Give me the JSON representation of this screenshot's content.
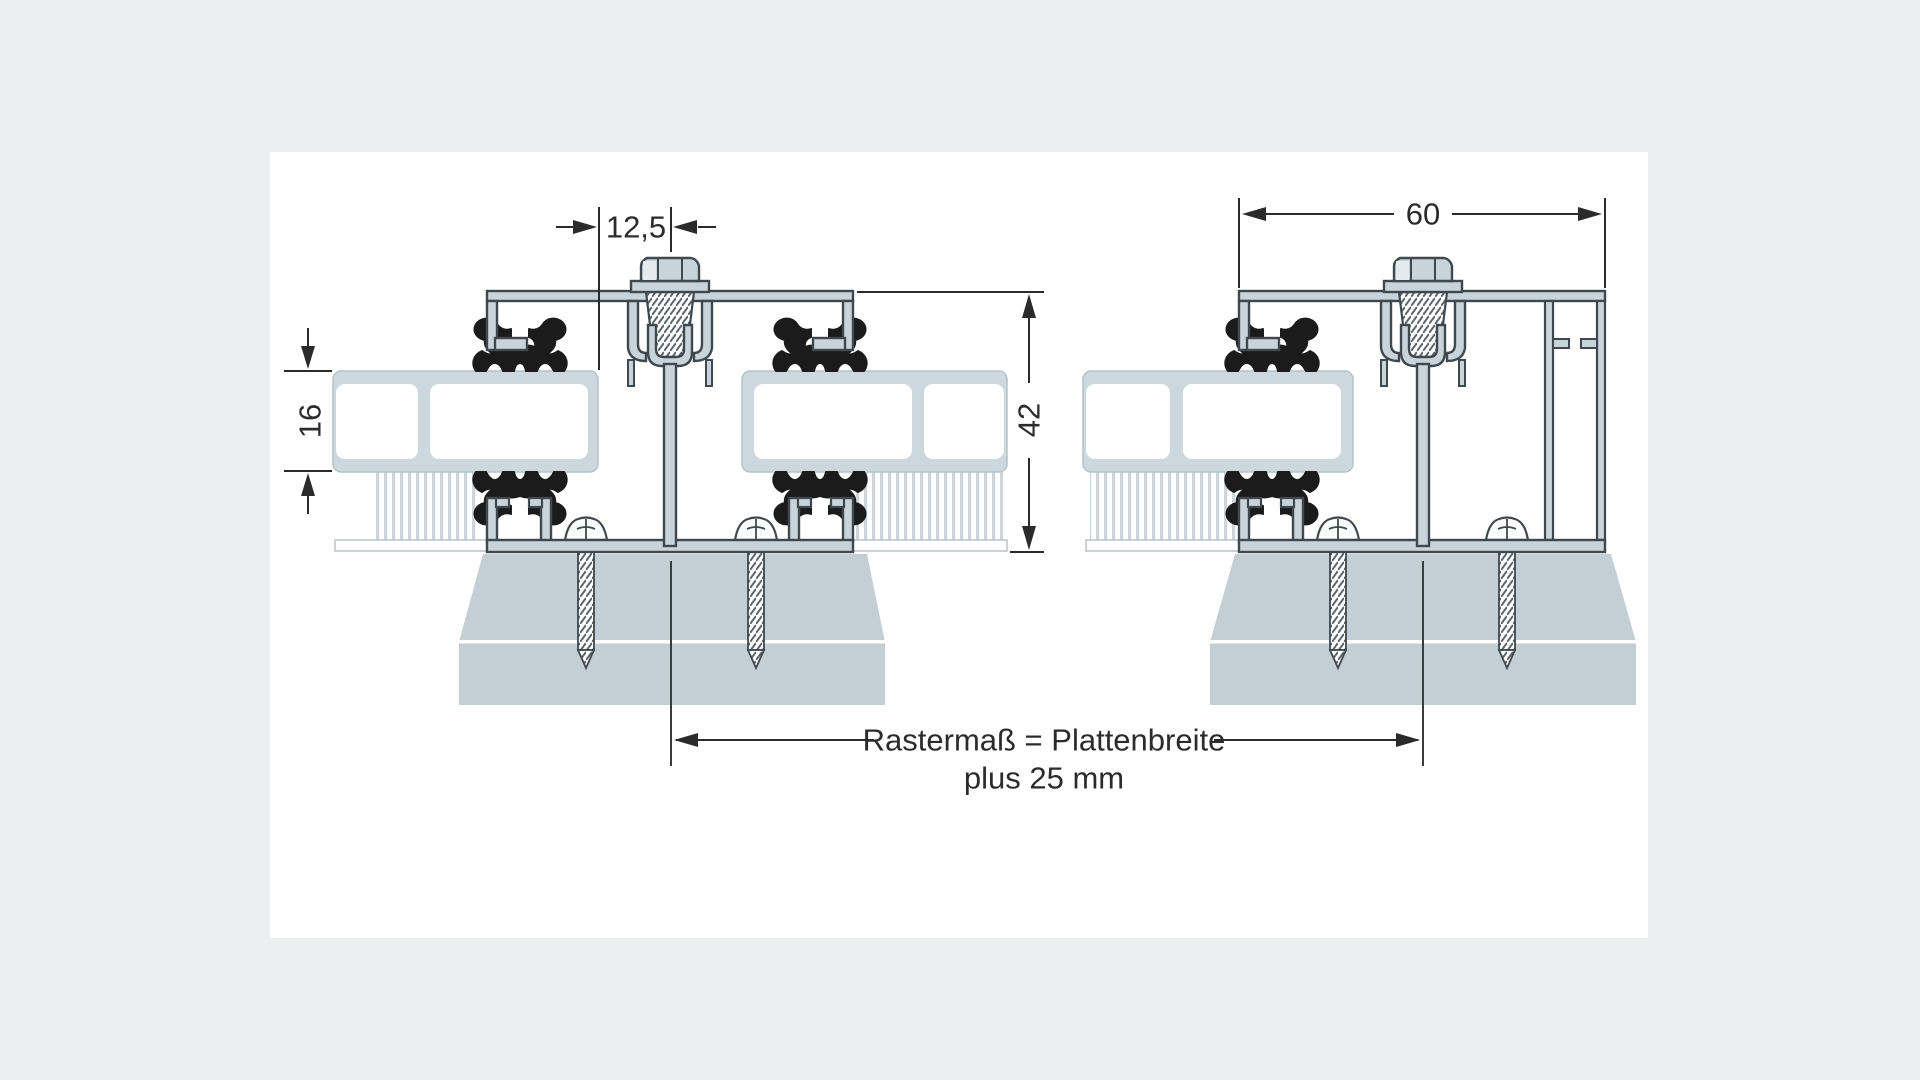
{
  "diagram": {
    "kind": "profile-cross-section",
    "dimensions": {
      "gap_half": "12,5",
      "profile_width": "60",
      "panel_thickness": "16",
      "profile_height": "42"
    },
    "caption": {
      "line1": "Rastermaß = Plattenbreite",
      "line2": "plus 25 mm"
    },
    "colors": {
      "page_background": "#eceef0",
      "canvas": "#ffffff",
      "aluminum_fill": "#c9d4da",
      "aluminum_outline": "#3f484e",
      "gasket": "#1b1b1b",
      "panel_skin": "#cdd8de",
      "substructure": "#c3ced5",
      "hatch_stripe": "#d8e0e5",
      "dimension_line": "#2b2b2b"
    }
  }
}
